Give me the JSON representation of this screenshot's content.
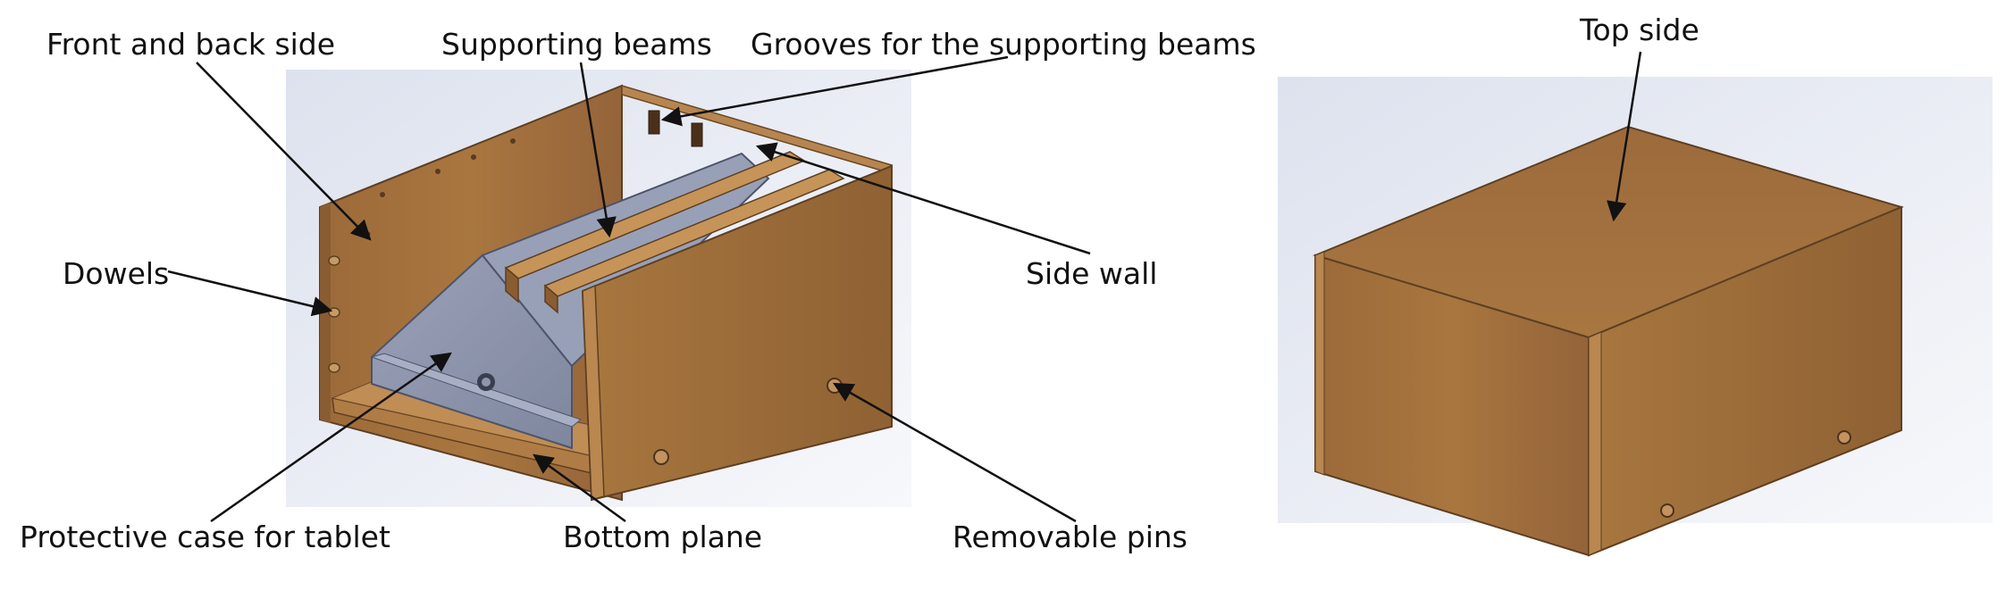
{
  "labels": {
    "front_back_side": "Front and back side",
    "supporting_beams": "Supporting beams",
    "grooves": "Grooves for the supporting beams",
    "top_side": "Top side",
    "dowels": "Dowels",
    "side_wall": "Side wall",
    "protective_case": "Protective case for tablet",
    "bottom_plane": "Bottom plane",
    "removable_pins": "Removable pins"
  },
  "colors": {
    "wood": "#a0703f",
    "wood_dark": "#7a532e",
    "wood_light": "#b88450",
    "case": "#8e96ad",
    "backdrop": "#dfe4ef",
    "arrow": "#111111"
  }
}
